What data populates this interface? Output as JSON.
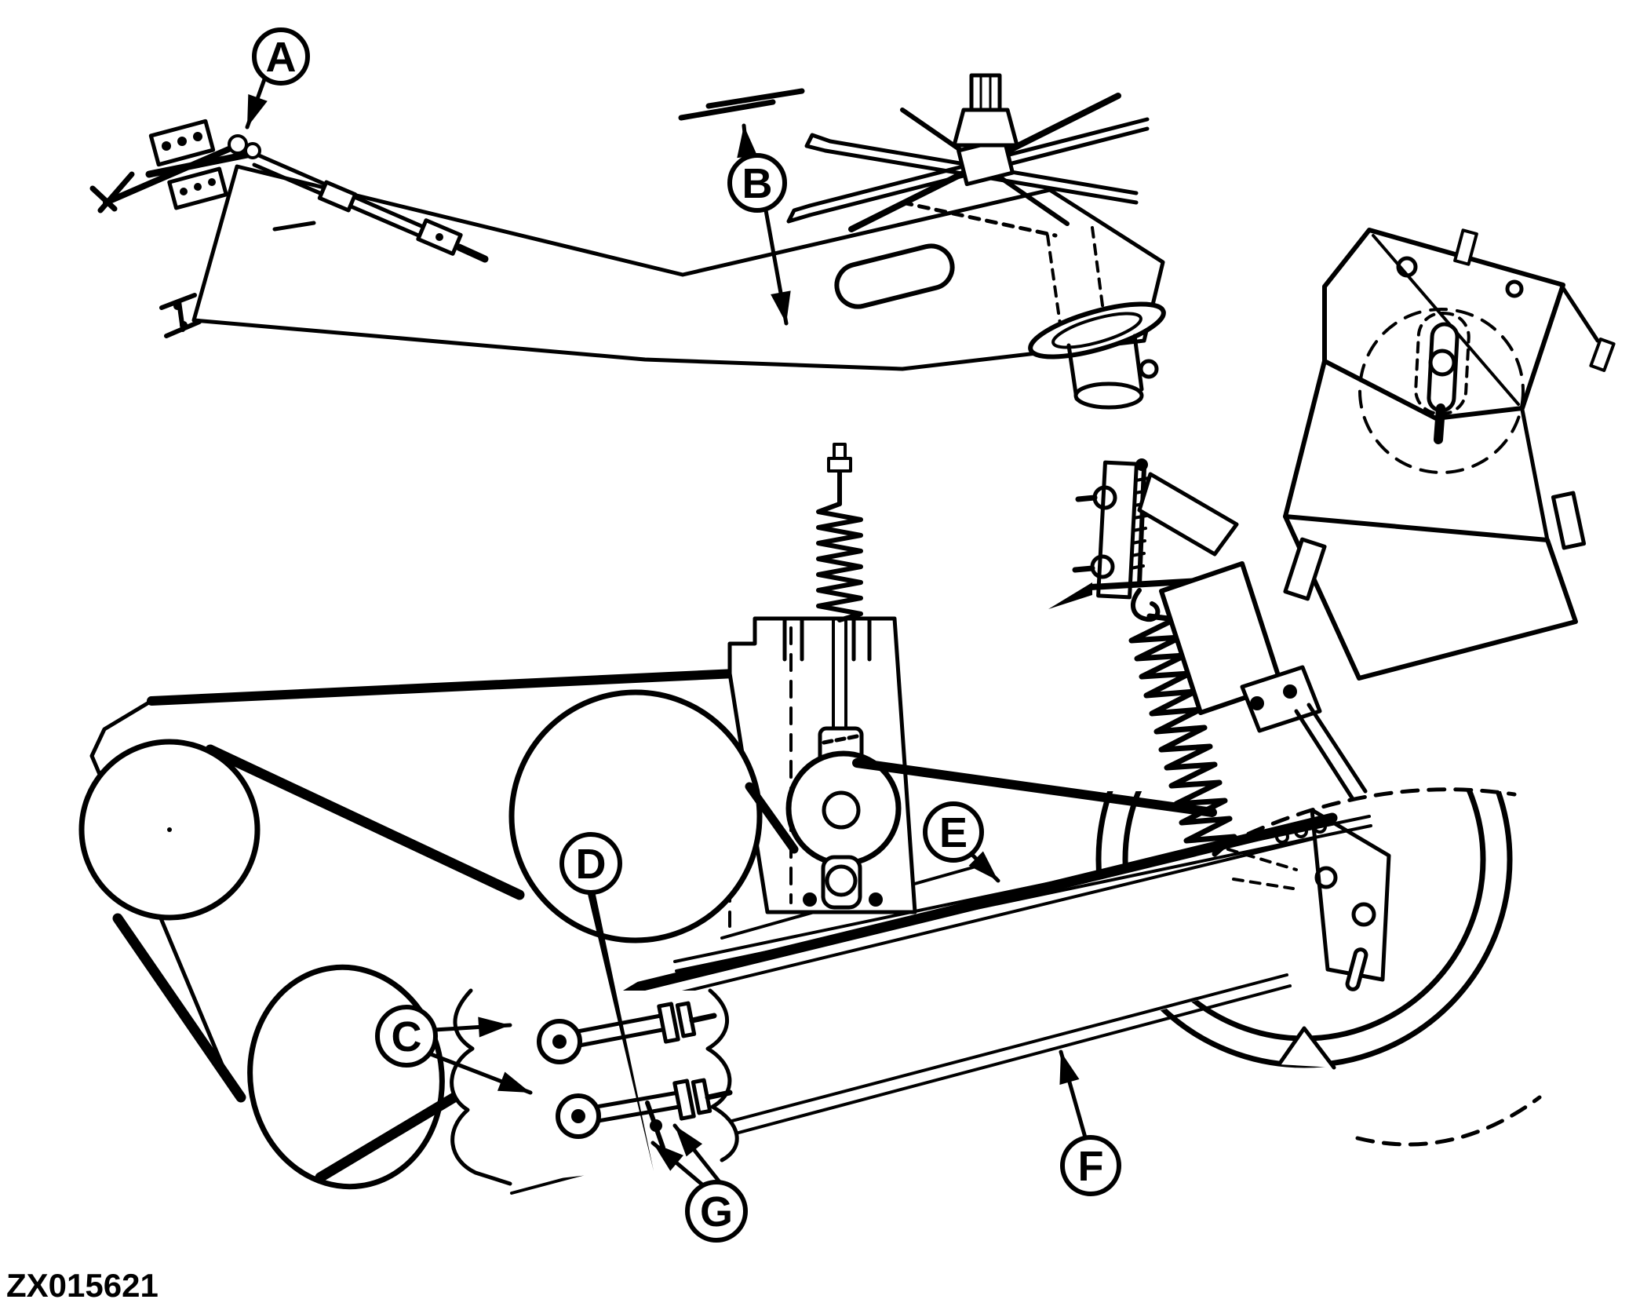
{
  "figure": {
    "code": "ZX015621"
  },
  "callouts": [
    {
      "letter": "A"
    },
    {
      "letter": "B"
    },
    {
      "letter": "C"
    },
    {
      "letter": "D"
    },
    {
      "letter": "E"
    },
    {
      "letter": "F"
    },
    {
      "letter": "G"
    }
  ],
  "colors": {
    "ink": "#000000",
    "paper": "#ffffff"
  }
}
